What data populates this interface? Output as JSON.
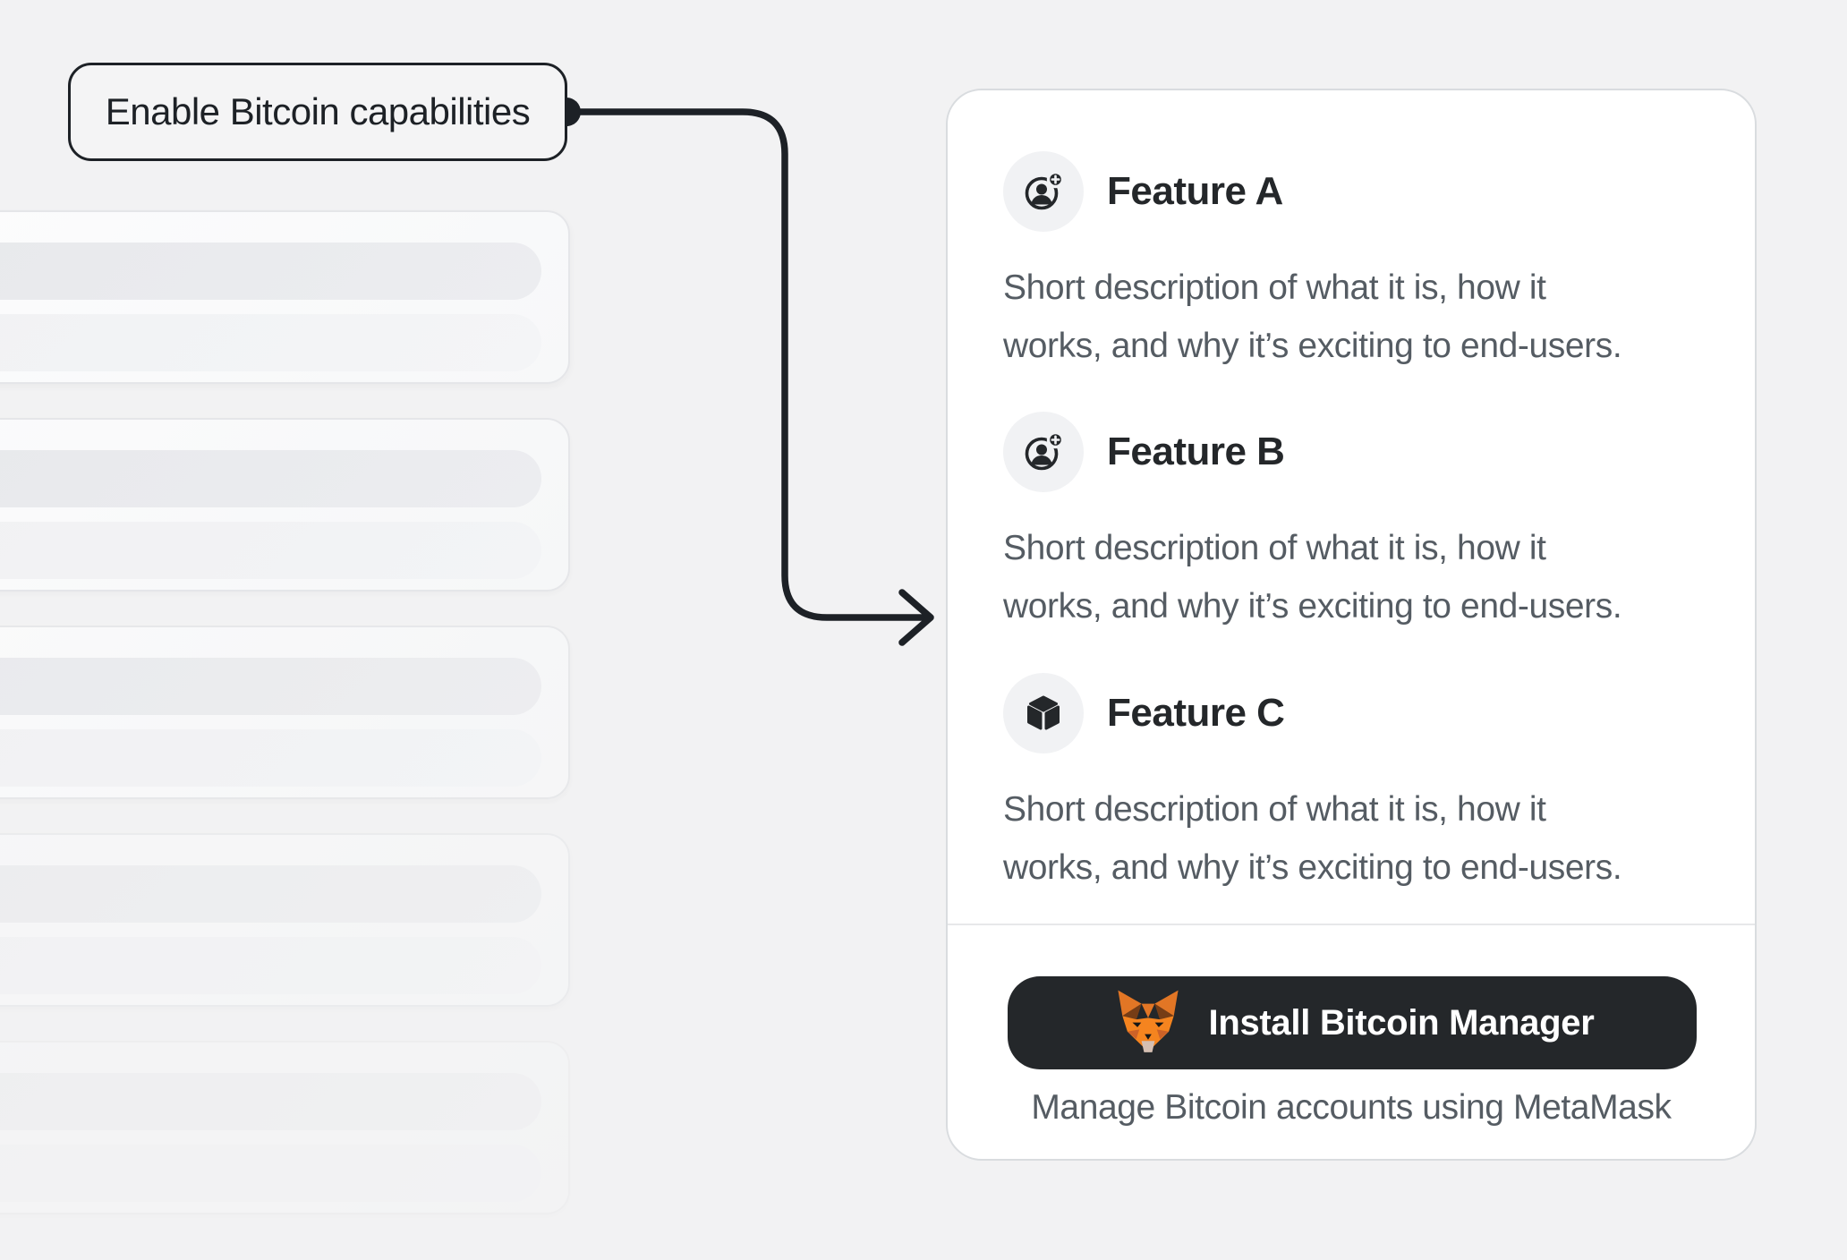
{
  "background_color": "#f2f2f3",
  "callout": {
    "label": "Enable Bitcoin capabilities"
  },
  "connector": {
    "type": "elbow-arrow-with-dot",
    "color": "#1d2126"
  },
  "skeleton_list": {
    "placeholder_card_count": 5,
    "bars_per_card": 2,
    "card_color": "#fafbfc",
    "bar_colors": [
      "#e9eaed",
      "#f2f3f5"
    ]
  },
  "panel": {
    "background": "#ffffff",
    "border_color": "#d9dcdf",
    "features": [
      {
        "icon": "user-add-icon",
        "title": "Feature A",
        "description": "Short description of what it is, how it\nworks, and why it’s exciting to end-users."
      },
      {
        "icon": "user-add-icon",
        "title": "Feature B",
        "description": "Short description of what it is, how it\nworks, and why it’s exciting to end-users."
      },
      {
        "icon": "cube-icon",
        "title": "Feature C",
        "description": "Short description of what it is, how it\nworks, and why it’s exciting to end-users."
      }
    ],
    "footer": {
      "button_label": "Install Bitcoin Manager",
      "button_icon": "metamask-fox-icon",
      "button_color": "#24272a",
      "caption": "Manage Bitcoin accounts using MetaMask"
    }
  },
  "colors": {
    "ink": "#1d2126",
    "heading": "#24272a",
    "body_text": "#555c63",
    "icon_circle_bg": "#f1f2f4",
    "divider": "#e7e8ea",
    "metamask_orange": "#e27625",
    "metamask_brown": "#763d16"
  }
}
